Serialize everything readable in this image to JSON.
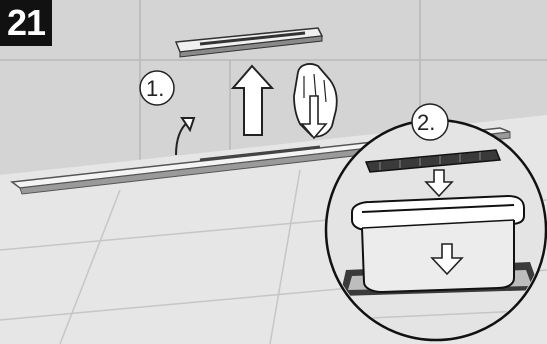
{
  "step_number": "21",
  "callouts": {
    "step1": "1.",
    "step2": "2."
  }
}
